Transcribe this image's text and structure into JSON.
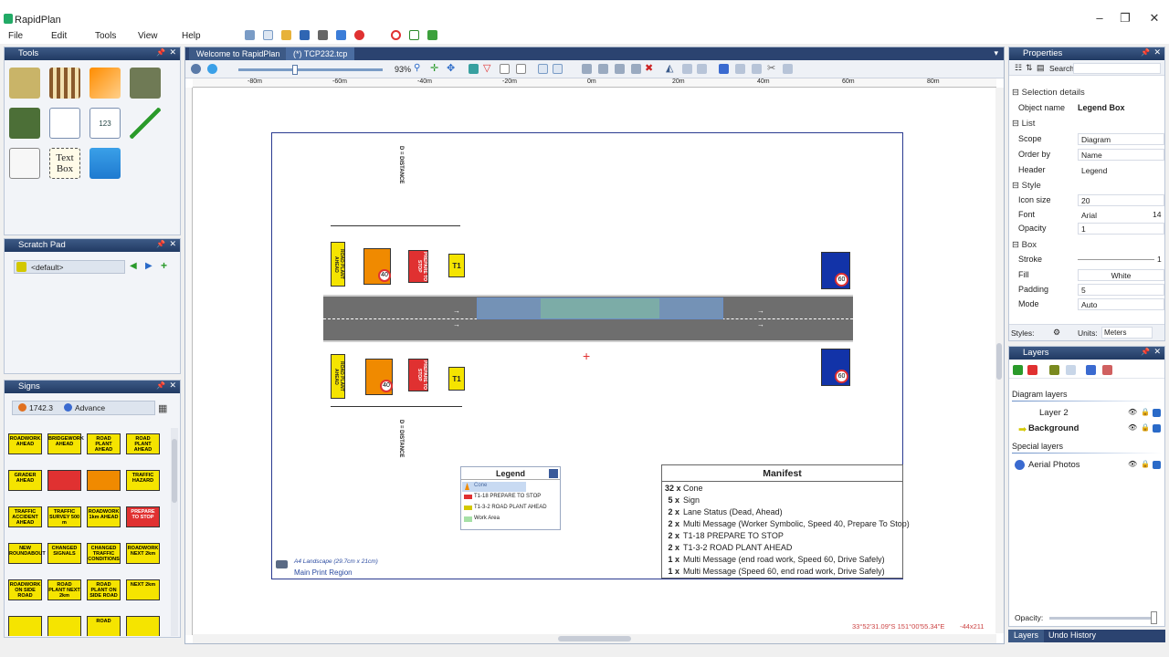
{
  "app": {
    "title": "RapidPlan"
  },
  "menu": [
    "File",
    "Edit",
    "Tools",
    "View",
    "Help"
  ],
  "panels": {
    "tools": "Tools",
    "scratch": "Scratch Pad",
    "signs": "Signs",
    "properties": "Properties",
    "layers": "Layers"
  },
  "tools": {
    "text_box_label": "Text Box"
  },
  "scratch": {
    "selected": "<default>"
  },
  "signs": {
    "search": "1742.3",
    "category": "Advance",
    "items": [
      {
        "text": "ROADWORK AHEAD",
        "bg": "yellow"
      },
      {
        "text": "BRIDGEWORK AHEAD",
        "bg": "yellow"
      },
      {
        "text": "ROAD PLANT AHEAD",
        "bg": "yellow"
      },
      {
        "text": "ROAD PLANT AHEAD",
        "bg": "yellow"
      },
      {
        "text": "GRADER AHEAD",
        "bg": "yellow"
      },
      {
        "text": "",
        "bg": "red"
      },
      {
        "text": "",
        "bg": "orange"
      },
      {
        "text": "TRAFFIC HAZARD",
        "bg": "yellow"
      },
      {
        "text": "TRAFFIC ACCIDENT AHEAD",
        "bg": "yellow"
      },
      {
        "text": "TRAFFIC SURVEY 500 m",
        "bg": "yellow"
      },
      {
        "text": "ROADWORK 1km AHEAD",
        "bg": "yellow"
      },
      {
        "text": "PREPARE TO STOP",
        "bg": "red"
      },
      {
        "text": "NEW ROUNDABOUT",
        "bg": "yellow"
      },
      {
        "text": "CHANGED SIGNALS",
        "bg": "yellow"
      },
      {
        "text": "CHANGED TRAFFIC CONDITIONS",
        "bg": "yellow"
      },
      {
        "text": "ROADWORK NEXT 2km",
        "bg": "yellow"
      },
      {
        "text": "ROADWORK ON SIDE ROAD",
        "bg": "yellow"
      },
      {
        "text": "ROAD PLANT NEXT 2km",
        "bg": "yellow"
      },
      {
        "text": "ROAD PLANT ON SIDE ROAD",
        "bg": "yellow"
      },
      {
        "text": "NEXT 2km",
        "bg": "yellow"
      },
      {
        "text": "",
        "bg": "yellow"
      },
      {
        "text": "",
        "bg": "yellow"
      },
      {
        "text": "ROAD",
        "bg": "yellow"
      },
      {
        "text": "",
        "bg": "yellow"
      }
    ]
  },
  "doc": {
    "tabs": [
      "Welcome to RapidPlan",
      "(*) TCP232.tcp"
    ],
    "zoom": "93%",
    "ruler": [
      "-80m",
      "-60m",
      "-40m",
      "-20m",
      "0m",
      "20m",
      "40m",
      "60m",
      "80m"
    ],
    "distance": "D = DISTANCE",
    "print_region": {
      "size": "A4 Landscape (29.7cm x 21cm)",
      "name": "Main Print Region"
    },
    "status_coords": "33°52'31.09\"S 151°00'55.34\"E",
    "status_size": "-44x211"
  },
  "diagram_signs": {
    "road_plant": "ROAD PLANT AHEAD",
    "prepare": "PREPARE TO STOP",
    "prepare_short": "PREPARE TO STOP",
    "speed40": "40",
    "speed60": "60",
    "t1": "T1",
    "drive_safely": "DRIVE SAFELY"
  },
  "legend": {
    "title": "Legend",
    "items": [
      "Cone",
      "T1-18 PREPARE TO STOP",
      "T1-3-2 ROAD PLANT AHEAD",
      "Work Area"
    ]
  },
  "manifest": {
    "title": "Manifest",
    "rows": [
      {
        "count": "32 x",
        "text": "Cone"
      },
      {
        "count": "5 x",
        "text": "Sign"
      },
      {
        "count": "2 x",
        "text": "Lane Status (Dead, Ahead)"
      },
      {
        "count": "2 x",
        "text": "Multi Message (Worker Symbolic, Speed 40, Prepare To Stop)"
      },
      {
        "count": "2 x",
        "text": "T1-18 PREPARE TO STOP"
      },
      {
        "count": "2 x",
        "text": "T1-3-2 ROAD PLANT AHEAD"
      },
      {
        "count": "1 x",
        "text": "Multi Message (end road work, Speed 60, Drive Safely)"
      },
      {
        "count": "1 x",
        "text": "Multi Message (Speed 60, end road work, Drive Safely)"
      }
    ]
  },
  "properties": {
    "search_label": "Search:",
    "sections": {
      "selection": "Selection details",
      "list": "List",
      "style": "Style",
      "box": "Box"
    },
    "object_name_label": "Object name",
    "object_name": "Legend Box",
    "scope_label": "Scope",
    "scope": "Diagram",
    "order_label": "Order by",
    "order": "Name",
    "header_label": "Header",
    "header": "Legend",
    "icon_size_label": "Icon size",
    "icon_size": "20",
    "font_label": "Font",
    "font": "Arial",
    "font_size": "14",
    "opacity_label": "Opacity",
    "opacity": "1",
    "stroke_label": "Stroke",
    "stroke": "1",
    "fill_label": "Fill",
    "fill": "White",
    "padding_label": "Padding",
    "padding": "5",
    "mode_label": "Mode",
    "mode": "Auto",
    "styles_label": "Styles:",
    "units_label": "Units:",
    "units": "Meters"
  },
  "layers": {
    "diagram_label": "Diagram layers",
    "items": [
      "Layer 2",
      "Background"
    ],
    "special_label": "Special layers",
    "special": [
      "Aerial Photos"
    ],
    "opacity_label": "Opacity:",
    "tabs": [
      "Layers",
      "Undo History"
    ]
  }
}
